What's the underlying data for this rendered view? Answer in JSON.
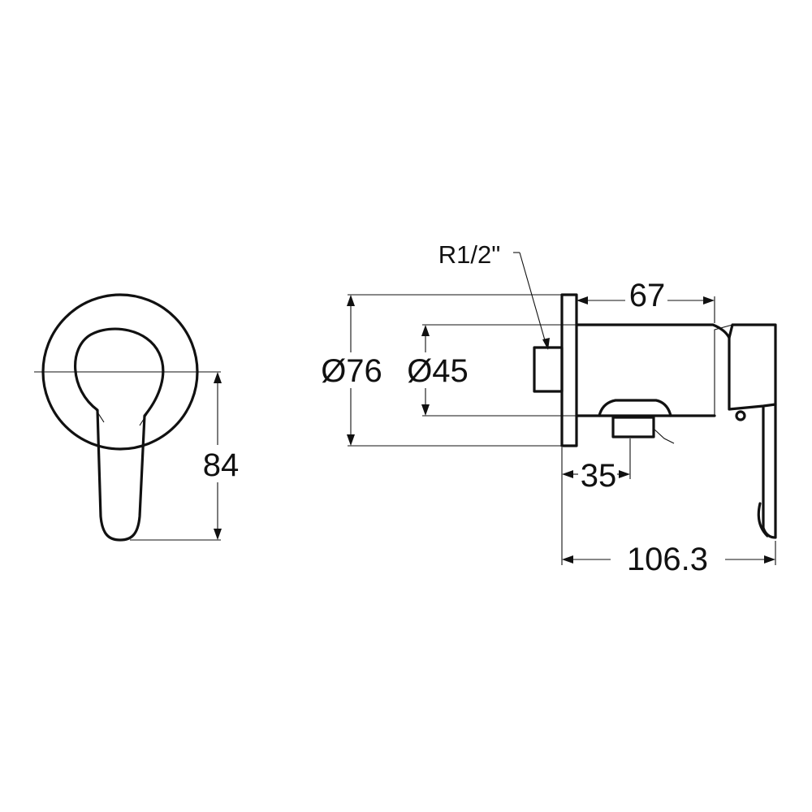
{
  "dimensions": {
    "height_front": "84",
    "plate_diameter": "Ø76",
    "body_diameter": "Ø45",
    "thread": "R1/2\"",
    "body_length": "67",
    "outlet_offset": "35",
    "total_depth": "106.3"
  }
}
